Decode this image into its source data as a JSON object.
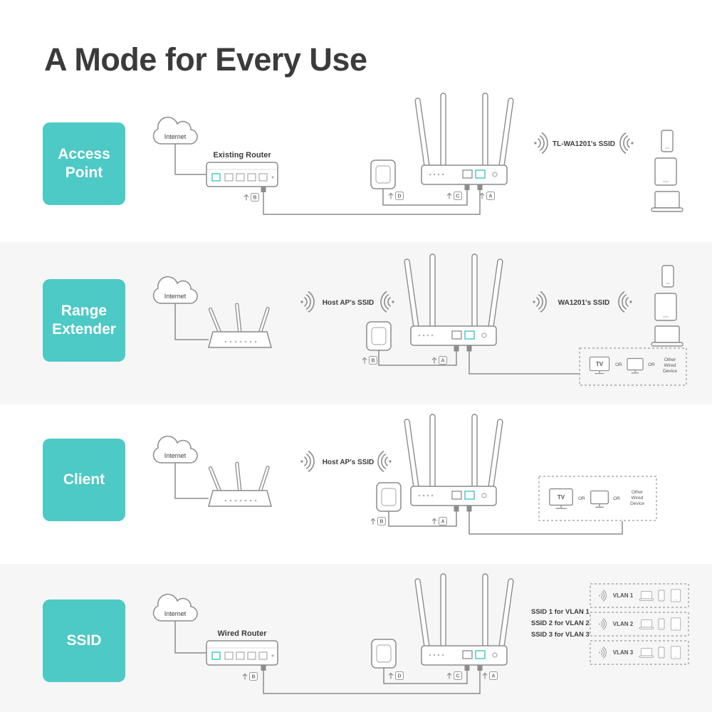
{
  "title": "A Mode for Every Use",
  "colors": {
    "accent_teal": "#4dc9c6",
    "band_gray": "#f6f6f6",
    "line_gray": "#8c8c8c",
    "text_dark": "#3b3b3b"
  },
  "icons": {
    "cloud": "internet-cloud-icon",
    "wifi": "wifi-signal-icon",
    "plug": "power-adapter-icon",
    "router_flat": "wired-router-icon",
    "router_antenna": "host-router-icon",
    "router_big": "wa1201-router-icon",
    "phone": "phone-icon",
    "tablet": "tablet-icon",
    "laptop": "laptop-icon",
    "tv": "tv-icon",
    "monitor": "monitor-icon",
    "up_arrow": "up-arrow-icon"
  },
  "rows": [
    {
      "label": "Access\nPoint",
      "internet": "Internet",
      "router_label": "Existing Router",
      "ssid": "TL-WA1201's SSID",
      "conn": {
        "a": "A",
        "b": "B",
        "c": "C",
        "d": "D"
      }
    },
    {
      "label": "Range\nExtender",
      "internet": "Internet",
      "host_ssid": "Host AP's SSID",
      "ssid": "WA1201's SSID",
      "conn": {
        "a": "A",
        "b": "B"
      },
      "wired_box": {
        "tv": "TV",
        "or1": "OR",
        "or2": "OR",
        "other": [
          "Other",
          "Wired",
          "Device"
        ]
      }
    },
    {
      "label": "Client",
      "internet": "Internet",
      "host_ssid": "Host AP's SSID",
      "conn": {
        "a": "A",
        "b": "B"
      },
      "wired_box": {
        "tv": "TV",
        "or1": "OR",
        "or2": "OR",
        "other": [
          "Other",
          "Wired",
          "Device"
        ]
      }
    },
    {
      "label": "SSID",
      "internet": "Internet",
      "router_label": "Wired Router",
      "ssid_lines": [
        "SSID 1 for VLAN 1",
        "SSID 2 for VLAN 2",
        "SSID 3 for VLAN 3"
      ],
      "conn": {
        "a": "A",
        "b": "B",
        "c": "C",
        "d": "D"
      },
      "vlans": [
        "VLAN 1",
        "VLAN 2",
        "VLAN 3"
      ]
    }
  ]
}
